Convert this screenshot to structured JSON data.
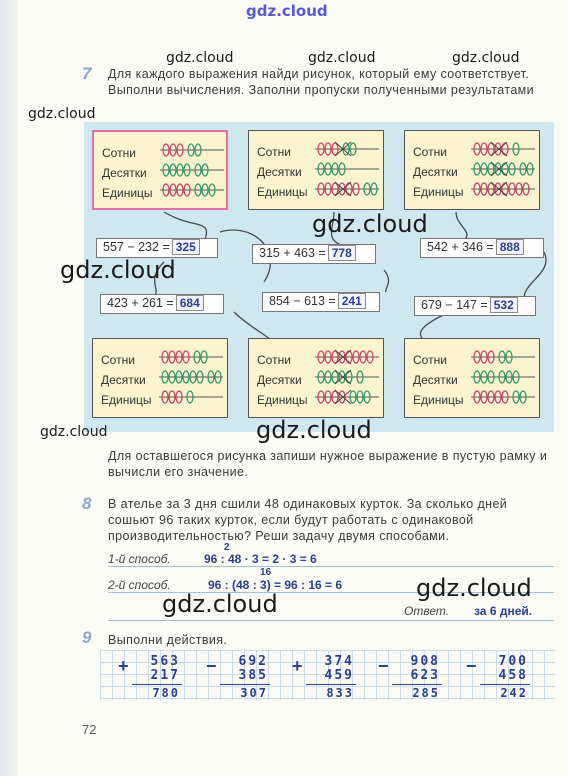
{
  "watermark": "gdz.cloud",
  "task7": {
    "number": "7",
    "text": "Для каждого выражения найди рисунок, который ему соответствует. Выполни вычисления. Заполни пропуски полученными результатами",
    "row_labels": [
      "Сотни",
      "Десятки",
      "Единицы"
    ],
    "expressions": [
      {
        "expr": "557 − 232 =",
        "answer": "325"
      },
      {
        "expr": "315 + 463 =",
        "answer": "778"
      },
      {
        "expr": "542 + 346 =",
        "answer": "888"
      },
      {
        "expr": "423 + 261 =",
        "answer": "684"
      },
      {
        "expr": "854 − 613 =",
        "answer": "241"
      },
      {
        "expr": "679 − 147 =",
        "answer": "532"
      }
    ],
    "note": "Для оставшегося рисунка запиши нужное выражение в пустую рамку и вычисли его значение."
  },
  "task8": {
    "number": "8",
    "text": "В ателье за 3 дня сшили 48 одинаковых курток. За сколько дней сошьют 96 таких курток, если будут работать с одинаковой производительностью? Реши задачу двумя способами.",
    "way1_label": "1-й способ.",
    "way1": "96 : 48 · 3 = 2 · 3 = 6",
    "way1_top": "2",
    "way2_label": "2-й способ.",
    "way2": "96 : (48 : 3) = 96 : 16 = 6",
    "way2_top": "16",
    "answer_label": "Ответ.",
    "answer": "за 6 дней."
  },
  "task9": {
    "number": "9",
    "text": "Выполни действия.",
    "columns": [
      {
        "sign": "+",
        "a": "563",
        "b": "217",
        "r": "780"
      },
      {
        "sign": "−",
        "a": "692",
        "b": "385",
        "r": "307"
      },
      {
        "sign": "+",
        "a": "374",
        "b": "459",
        "r": "833"
      },
      {
        "sign": "−",
        "a": "908",
        "b": "623",
        "r": "285"
      },
      {
        "sign": "−",
        "a": "700",
        "b": "458",
        "r": "242"
      }
    ]
  },
  "page_number": "72"
}
